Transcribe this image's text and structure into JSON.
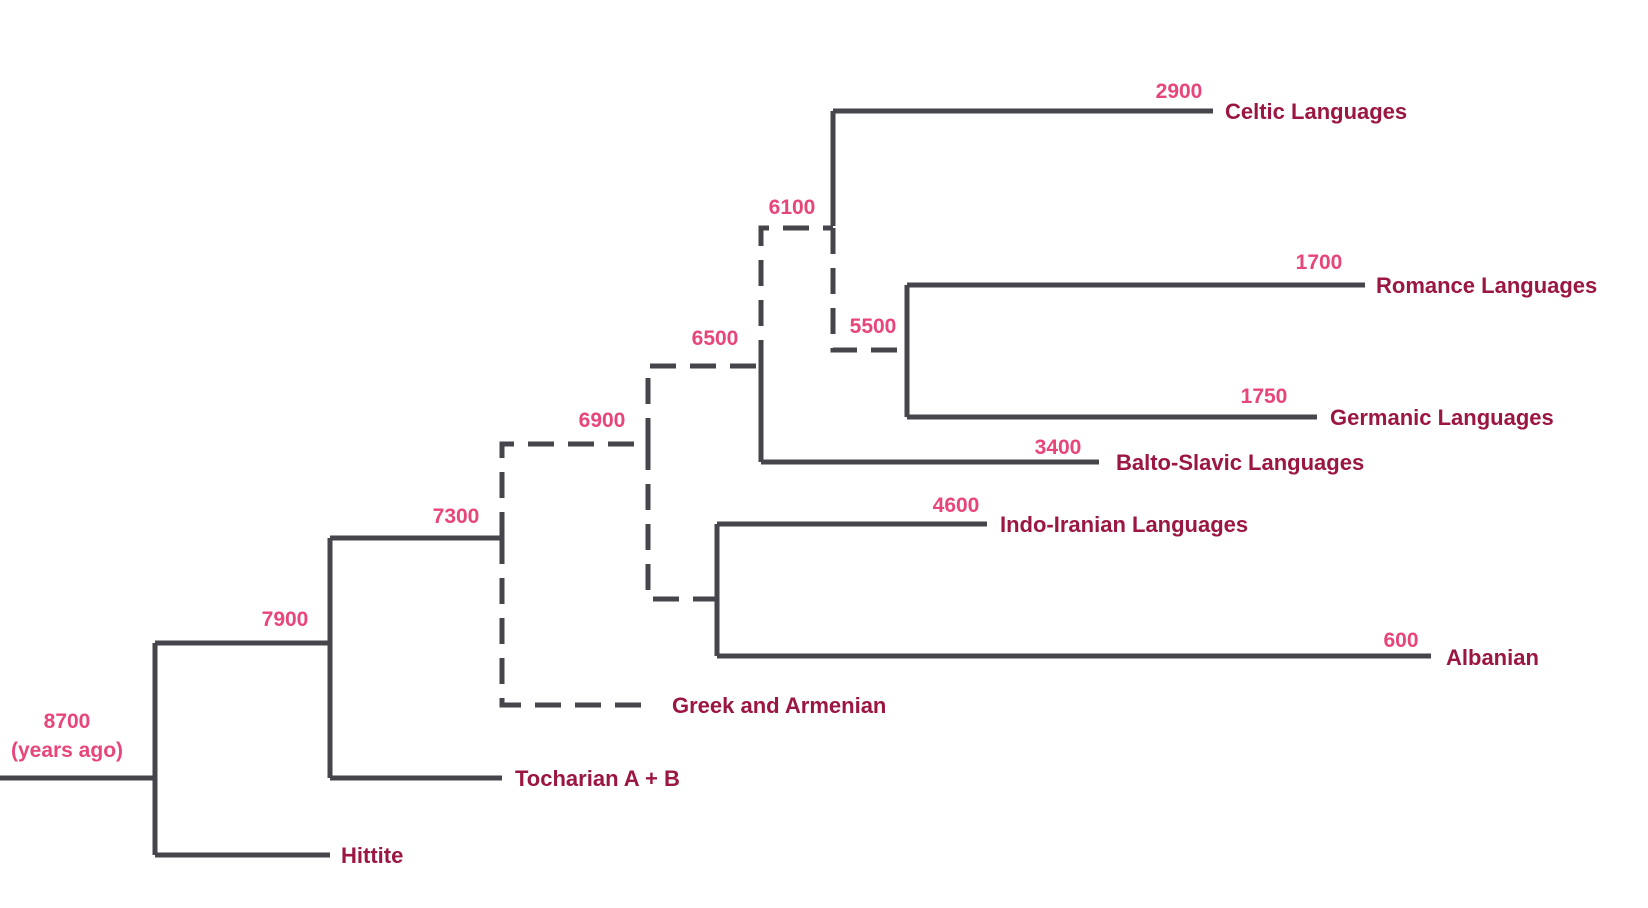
{
  "root": {
    "date": "8700",
    "unit": "(years ago)"
  },
  "nodes": {
    "n7900": "7900",
    "n7300": "7300",
    "n6900": "6900",
    "n6500": "6500",
    "n6100": "6100",
    "n5500": "5500"
  },
  "leaves": {
    "celtic": {
      "date": "2900",
      "label": "Celtic Languages"
    },
    "romance": {
      "date": "1700",
      "label": "Romance Languages"
    },
    "germanic": {
      "date": "1750",
      "label": "Germanic Languages"
    },
    "balto_slavic": {
      "date": "3400",
      "label": "Balto-Slavic Languages"
    },
    "indo_iranian": {
      "date": "4600",
      "label": "Indo-Iranian Languages"
    },
    "albanian": {
      "date": "600",
      "label": "Albanian"
    },
    "greek_armenian": {
      "label": "Greek and Armenian"
    },
    "tocharian": {
      "label": "Tocharian A + B"
    },
    "hittite": {
      "label": "Hittite"
    }
  },
  "colors": {
    "branch": "#45454b",
    "date_text": "#e8457a",
    "language_text": "#9b1640"
  }
}
